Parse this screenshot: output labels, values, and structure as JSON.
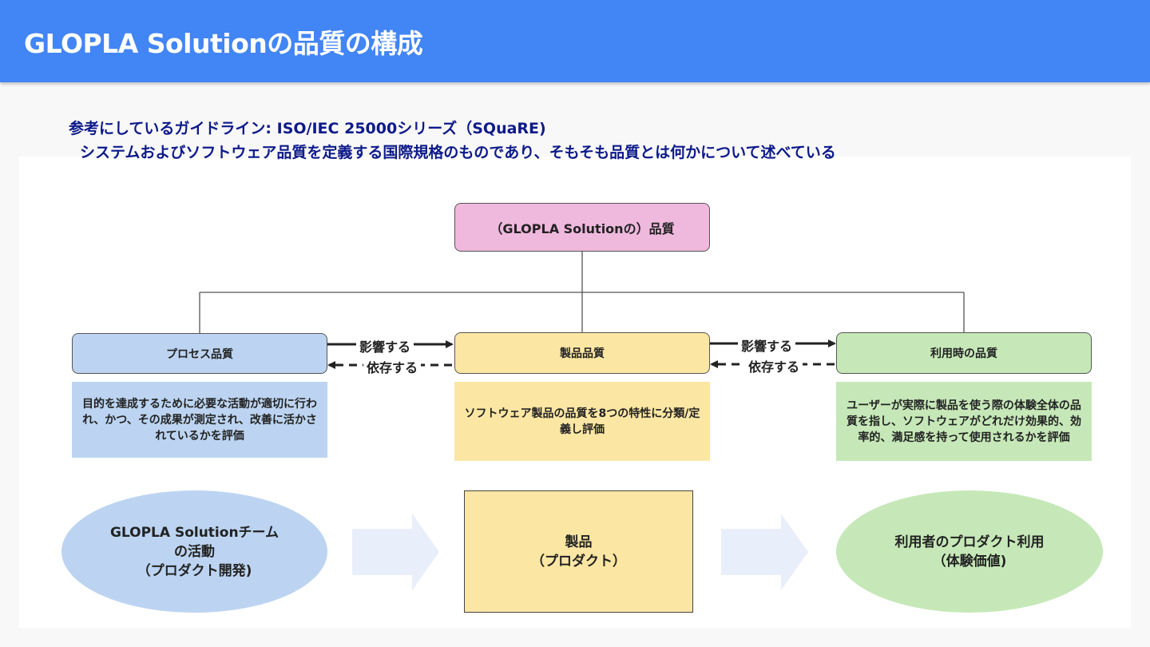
{
  "header": {
    "title": "GLOPLA Solutionの品質の構成"
  },
  "subtitle": {
    "line1": "参考にしているガイドライン: ISO/IEC 25000シリーズ（SQuaRE)",
    "line2": "システムおよびソフトウェア品質を定義する国際規格のものであり、そもそも品質とは何かについて述べている"
  },
  "diagram": {
    "root": {
      "label": "（GLOPLA Solutionの）品質"
    },
    "nodes": [
      {
        "label": "プロセス品質",
        "desc": [
          "目的を達成するために必要な活動が適切に行わ",
          "れ、かつ、その成果が測定され、改善に活かさ",
          "れているかを評価"
        ]
      },
      {
        "label": "製品品質",
        "desc": [
          "ソフトウェア製品の品質を8つの特性に分類/定",
          "義し評価"
        ]
      },
      {
        "label": "利用時の品質",
        "desc": [
          "ユーザーが実際に製品を使う際の体験全体の品",
          "質を指し、ソフトウェアがどれだけ効果的、効",
          "率的、満足感を持って使用されるかを評価"
        ]
      }
    ],
    "relations": {
      "affects": "影響する",
      "depends": "依存する"
    },
    "flow": {
      "left": [
        "GLOPLA Solutionチーム",
        "の活動",
        "（プロダクト開発)"
      ],
      "center": [
        "製品",
        "（プロダクト）"
      ],
      "right": [
        "利用者のプロダクト利用",
        "（体験価値)"
      ]
    },
    "colors": {
      "root": "#efb8dd",
      "process": "#bcd4f1",
      "product": "#fbe6a3",
      "usage": "#c6e8b8",
      "flow_arrow": "#e8eefa",
      "header": "#4285f4",
      "subtitle": "#0d1a8a"
    }
  }
}
